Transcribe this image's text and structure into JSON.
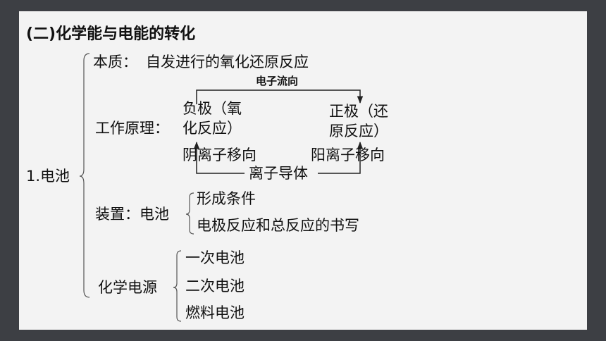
{
  "title": "(二)化学能与电能的转化",
  "root_label": "1.电池",
  "essence": {
    "label": "本质：",
    "text": "自发进行的氧化还原反应"
  },
  "principle": {
    "label": "工作原理：",
    "anode_line1": "负极（氧",
    "anode_line2": "化反应）",
    "cathode_line1": "正极（还",
    "cathode_line2": "原反应）",
    "electron_flow": "电子流向",
    "anion_migration": "阴离子移向",
    "cation_migration": "阳离子移向",
    "ionic_conductor": "离子导体"
  },
  "device": {
    "label": "装置：电池",
    "items": [
      "形成条件",
      "电极反应和总反应的书写"
    ]
  },
  "chem_source": {
    "label": "化学电源",
    "items": [
      "一次电池",
      "二次电池",
      "燃料电池"
    ]
  }
}
